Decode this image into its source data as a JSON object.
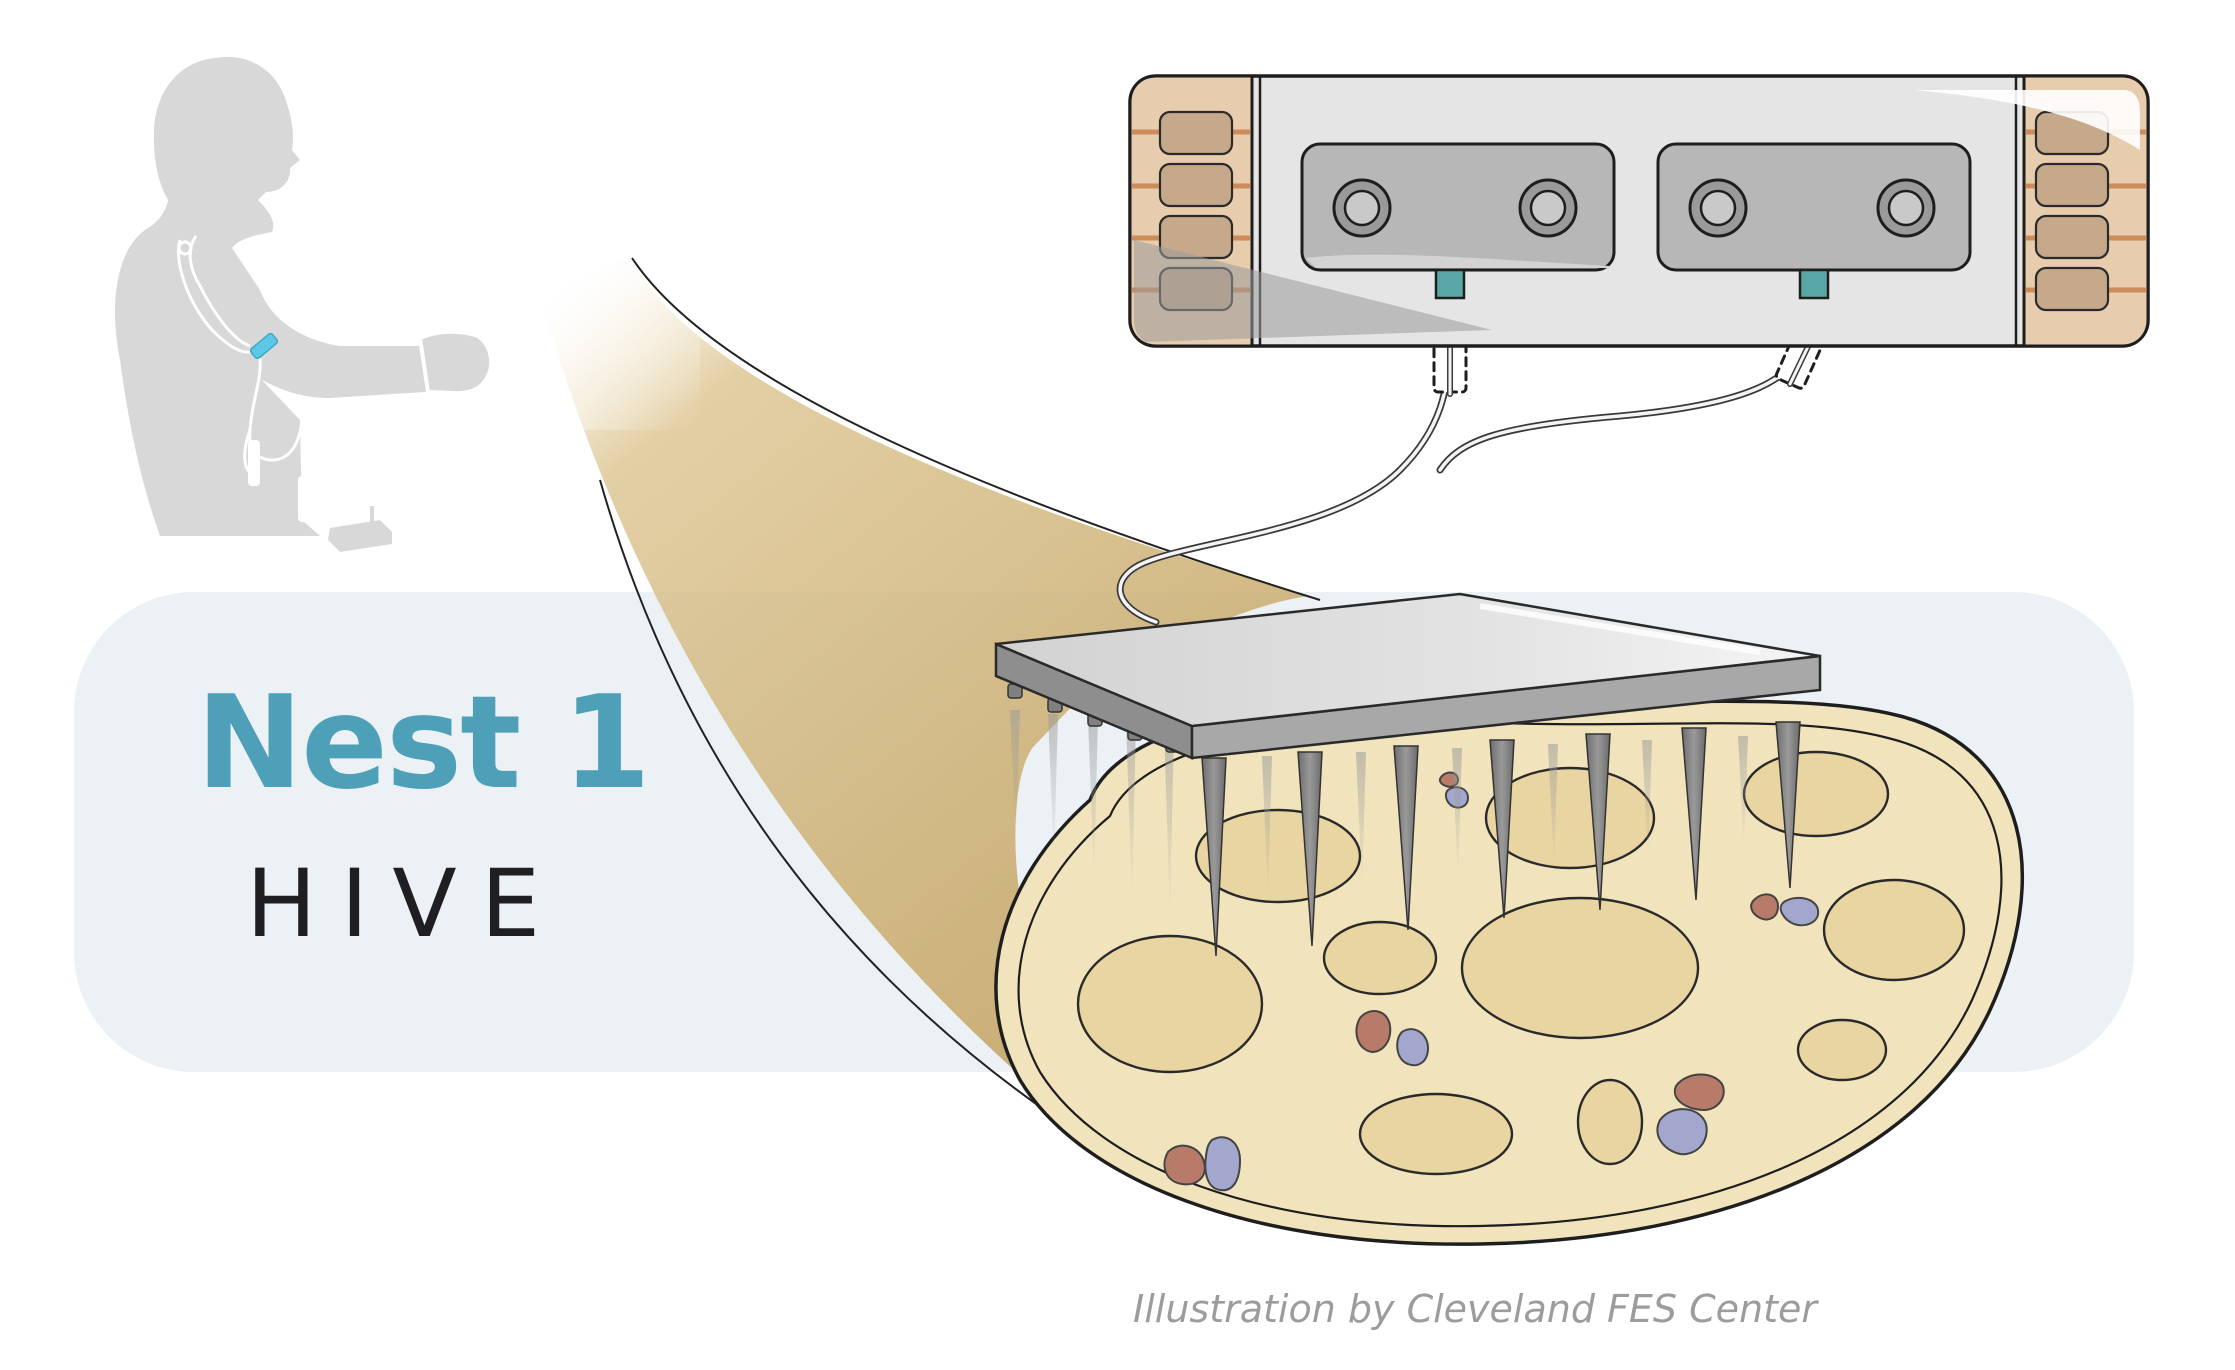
{
  "diagram": {
    "title": "Nest 1",
    "subtitle": "HIVE",
    "credit": "Illustration by Cleveland FES Center"
  },
  "colors": {
    "title": "#4ea0b9",
    "subtitle": "#1f1f22",
    "credit": "#9c9c9c",
    "banner": "#ebf1f4",
    "nerve_fill": "#f1e4bd",
    "fascicle_fill": "#e9d5a1",
    "silhouette": "#d6d6d6",
    "implant_accent": "#5ac8e6",
    "artery_red": "#b97b69",
    "vein_blue": "#a3a7cd",
    "electrode_gray": "#a9a9a9",
    "connector_teal": "#5aa7a7"
  },
  "icons": {
    "human": "human-silhouette-icon",
    "implant": "implanted-device-icon",
    "base_station": "external-receiver-icon"
  }
}
